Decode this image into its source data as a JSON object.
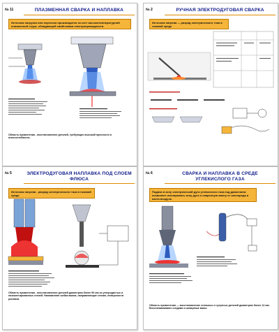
{
  "posters": [
    {
      "num": "№ 11",
      "title": "Плазменная сварка и наплавка",
      "banner": "Источник нагрузки или переноса производится за счет высокотемпературной плазменной струи, обладающей свойствами электропроводности.",
      "bottom": "Область применения - восстановление деталей, требующих высокой прочности и износостойкости."
    },
    {
      "num": "№ 2",
      "title": "Ручная электродуговая сварка",
      "banner": "Источник нагрева — разряд электрического тока в газовой среде"
    },
    {
      "num": "№ 5",
      "title": "Электродуговая наплавка под слоем флюса",
      "banner": "Источник нагрева - разряд электрического тока в газовой среде",
      "bottom": "Область применения - восстановление деталей диаметром более 50 мм из углеродистых и низколегированных сталей. Наплавляют шейки валов, направляющие станин, поверхности роликов."
    },
    {
      "num": "№ 6",
      "title": "Сварка и наплавка в среде углекислого газа",
      "banner": "Подача в зону электрической дуги углекислого газа под давлением позволяет изолировать зону дуги и сварочную ванну от кислорода и азота воздуха",
      "bottom": "Область применения — восстановление стальных и чугунных деталей диаметром более 12 мм. Восстанавливают следами и шлицевые валы."
    }
  ],
  "colors": {
    "title_blue": "#0d1a8a",
    "banner_orange": "#f5b53a",
    "accent_red": "#c01010",
    "metal_gray": "#8a8fa0"
  }
}
